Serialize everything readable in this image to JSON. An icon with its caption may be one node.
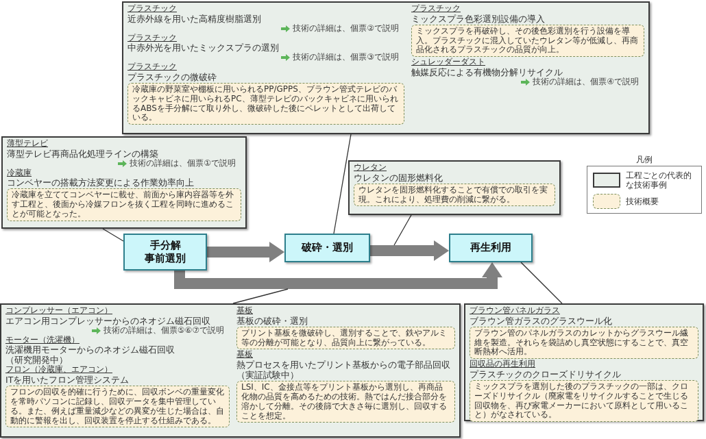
{
  "diagram": {
    "nodes": [
      {
        "text": [
          "プラスチック",
          "近赤外線を用いた高精度樹脂選別",
          "技術の詳細は、個票②で説明",
          "プラスチック",
          "中赤外光を用いたミックスプラの選別",
          "技術の詳細は、個票③で説明",
          "プラスチック",
          "プラスチックの微破砕",
          "プラスチック",
          "ミックスプラ色彩選別設備の導入",
          "シュレッダーダスト",
          "触媒反応による有機物分解リサイクル",
          "技術の詳細は、個票④で説明"
        ]
      },
      {
        "text": [
          "冷蔵庫の野菜室や棚板に用いられるPP/GPPS、ブラウン管式テレビのバックキャビネに用いられるPC、薄型テレビのバックキャビネに用いられるABSを手分解にて取り外し、微破砕した後にペレットとして出荷している。"
        ],
        "in": 0
      },
      {
        "text": [
          "ミックスプラを再破砕し、その後色彩選別を行う設備を導入。プラスチックに混入していたウレタン等が低減し、再商品化されるプラスチックの品質が向上。"
        ],
        "in": 0
      },
      {
        "text": [
          "薄型テレビ",
          "薄型テレビ再商品化処理ラインの構築",
          "技術の詳細は、個票①で説明",
          "冷蔵庫",
          "コンベヤーの搭載方法変更による作業効率向上"
        ]
      },
      {
        "text": [
          "冷蔵庫を立ててコンベヤーに載せ、前面から庫内容器等を外す工程と、後面から冷媒フロンを抜く工程を同時に進めることが可能となった。"
        ],
        "in": 3
      },
      {
        "text": [
          "ウレタン",
          "ウレタンの固形燃料化"
        ]
      },
      {
        "text": [
          "ウレタンを固形燃料化することで有償での取引を実現。これにより、処理費の削減に繋がる。"
        ],
        "in": 5
      },
      {
        "text": [
          "手分解",
          "事前選別"
        ]
      },
      {
        "text": [
          "破砕・選別"
        ]
      },
      {
        "text": [
          "再生利用"
        ]
      },
      {
        "text": [
          "コンプレッサー（エアコン）",
          "エアコン用コンプレッサーからのネオジム磁石回収",
          "技術の詳細は、個票⑤⑥⑦で説明",
          "モーター（洗濯機）",
          "洗濯機用モーターからのネオジム磁石回収",
          "（研究開発中）",
          "フロン（冷蔵庫、エアコン）",
          "ITを用いたフロン管理システム",
          "基板",
          "基板の破砕・選別",
          "基板",
          "熱プロセスを用いたプリント基板からの電子部品回収",
          "（実証試験中）"
        ]
      },
      {
        "text": [
          "フロンの回収を的確に行うために、回収ボンベの重量変化を常時パソコンに記録し、回収データを集中管理している。また、例えば重量減少などの異変が生じた場合は、自動的に警報を出し、回収装置を停止する仕組みである。"
        ],
        "in": 10
      },
      {
        "text": [
          "プリント基板を微破砕し、選別することで、鉄やアルミ等の分離が可能となり、品質向上に繋がっている。"
        ],
        "in": 10
      },
      {
        "text": [
          "LSI、IC、金接点等をプリント基板から選別し、再商品化物の品質を高めるための技術。熱ではんだ接合部分を溶かして分離。その後篩で大きさ毎に選別し、回収することを想定。"
        ],
        "in": 10
      },
      {
        "text": [
          "ブラウン管パネルガラス",
          "ブラウン管ガラスのグラスウール化",
          "回収品の再生利用",
          "プラスチックのクローズドリサイクル"
        ]
      },
      {
        "text": [
          "ブラウン管のパネルガラスのカレットからグラスウール繊維を製造。それらを袋詰めし真空状態にすることで、真空断熱材へ活用。"
        ],
        "in": 14
      },
      {
        "text": [
          "ミックスプラを選別した後のプラスチックの一部は、クローズドリサイクル（廃家電をリサイクルすることで生じる回収物を、再び家電メーカーにおいて原料として用いること）がなされている。"
        ],
        "in": 14
      }
    ],
    "edges": [
      {
        "from": 7,
        "to": 8,
        "arrow": "to",
        "style": "thick",
        "color": "#808080"
      },
      {
        "from": 8,
        "to": 9,
        "arrow": "to",
        "style": "thick",
        "color": "#808080"
      },
      {
        "from": 7,
        "to": 9,
        "arrow": "to",
        "style": "thick",
        "color": "#808080"
      },
      {
        "from": 0,
        "to": 8,
        "arrow": "none"
      },
      {
        "from": 3,
        "to": 7,
        "arrow": "none"
      },
      {
        "from": 5,
        "to": null,
        "arrow": "none"
      },
      {
        "from": 10,
        "to": null,
        "arrow": "none"
      },
      {
        "from": 14,
        "to": 9,
        "arrow": "none"
      }
    ],
    "labels": [
      "凡例"
    ],
    "legend": [
      {
        "text": "工程ごとの代表的な技術事例",
        "color": "#e9efea"
      },
      {
        "text": "技術概要",
        "color": "#fcf1da"
      }
    ]
  }
}
